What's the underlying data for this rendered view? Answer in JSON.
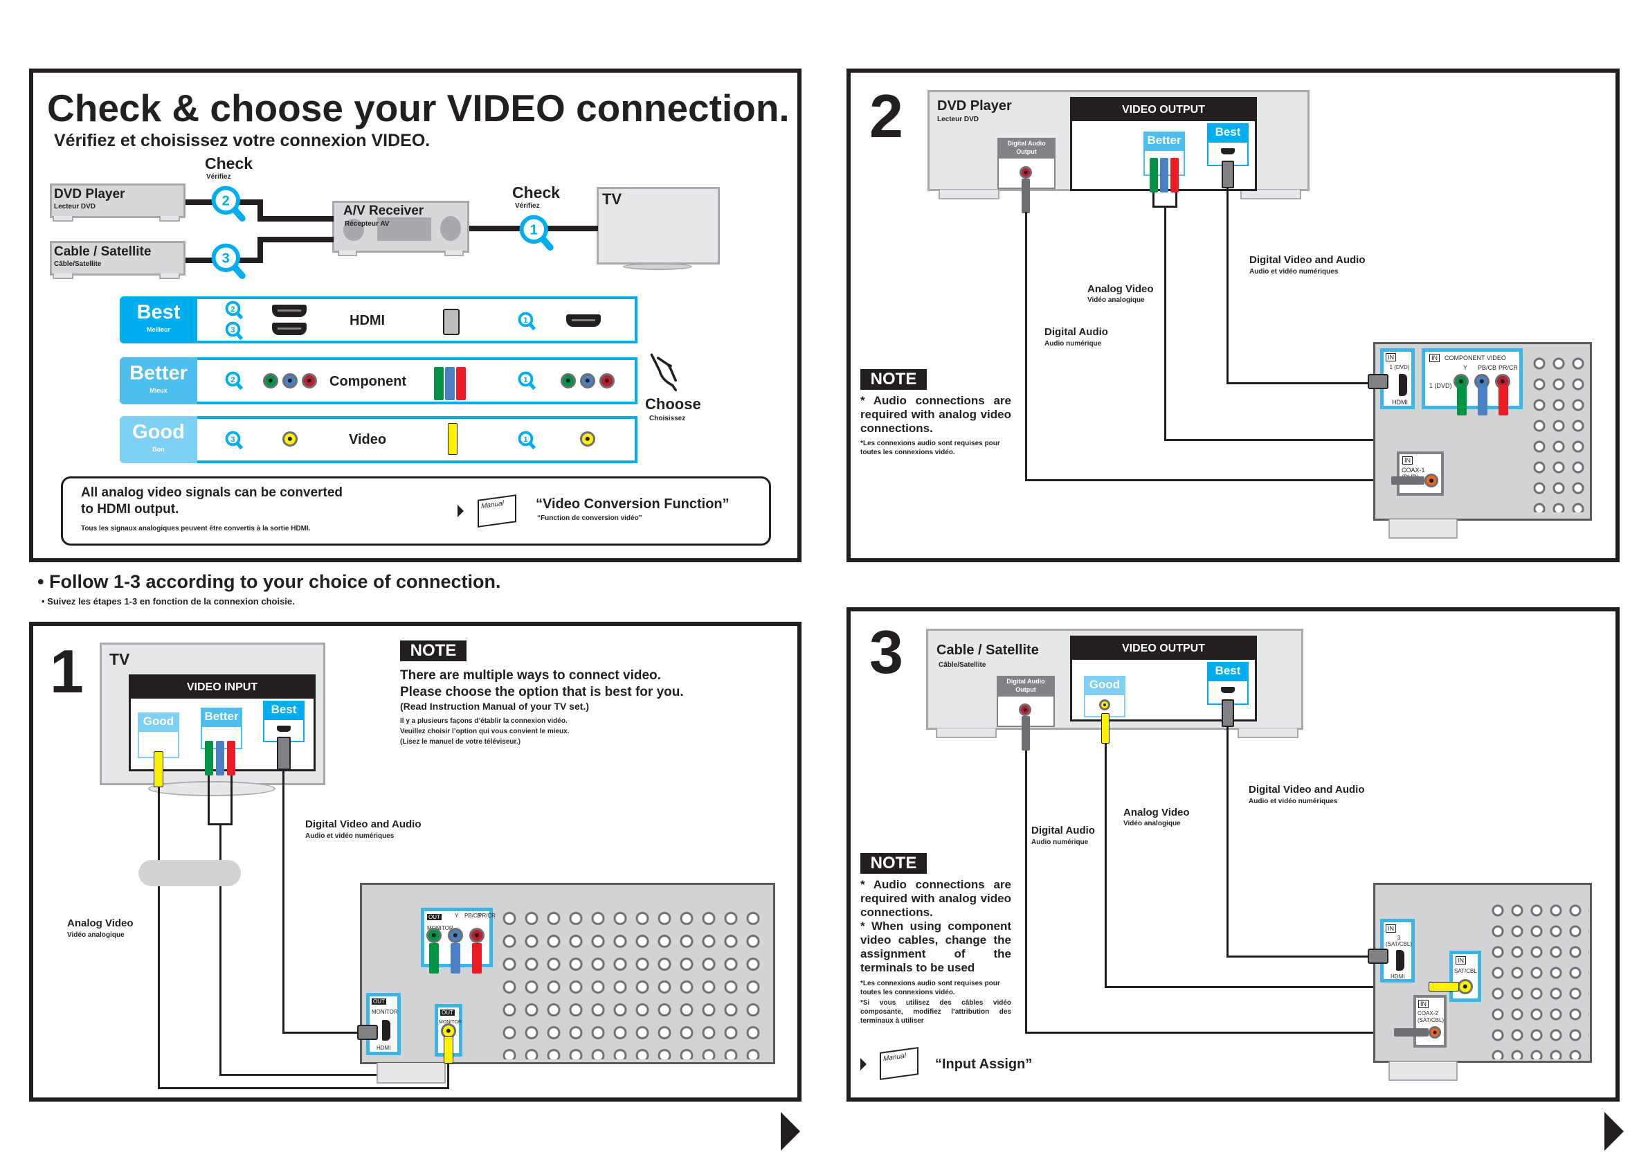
{
  "header": {
    "title": "Check & choose your VIDEO connection.",
    "subtitle": "Vérifiez et choisissez votre connexion VIDEO."
  },
  "overview": {
    "check_top": {
      "label": "Check",
      "sub": "Vérifiez"
    },
    "check_right": {
      "label": "Check",
      "sub": "Vérifiez"
    },
    "dvd": {
      "label": "DVD Player",
      "sub": "Lecteur DVD"
    },
    "cable": {
      "label": "Cable / Satellite",
      "sub": "Câble/Satellite"
    },
    "receiver": {
      "label": "A/V Receiver",
      "sub": "Récepteur AV"
    },
    "tv": {
      "label": "TV"
    },
    "badges": [
      "1",
      "2",
      "3"
    ]
  },
  "tiers": [
    {
      "rank": "Best",
      "rank_fr": "Meilleur",
      "name": "HDMI",
      "source_steps": [
        "2",
        "3"
      ],
      "tv_step": "1",
      "color": "#00aeef"
    },
    {
      "rank": "Better",
      "rank_fr": "Mieux",
      "name": "Component",
      "source_steps": [
        "2"
      ],
      "tv_step": "1",
      "color": "#4dbeee"
    },
    {
      "rank": "Good",
      "rank_fr": "Bon",
      "name": "Video",
      "source_steps": [
        "3"
      ],
      "tv_step": "1",
      "color": "#7fd0f5"
    }
  ],
  "choose": {
    "label": "Choose",
    "sub": "Choisissez"
  },
  "conversion": {
    "line1": "All analog video signals can be converted",
    "line2": "to HDMI output.",
    "fr": "Tous les signaux analogiques peuvent être convertis à la sortie HDMI.",
    "manual_label": "Manual",
    "ref": "“Video Conversion Function”",
    "ref_fr": "“Function de conversion vidéo”"
  },
  "follow": {
    "text": "• Follow 1-3 according to your choice of connection.",
    "fr": "• Suivez les étapes 1-3 en fonction de la connexion choisie."
  },
  "step1": {
    "number": "1",
    "device": "TV",
    "panel_title": "VIDEO INPUT",
    "tags": [
      "Good",
      "Better",
      "Best"
    ],
    "note_badge": "NOTE",
    "note_lines": [
      "There are multiple ways to connect video.",
      "Please choose the option that is best for you.",
      "(Read Instruction Manual of your TV set.)"
    ],
    "note_fr": [
      "Il y a plusieurs façons d’établir la connexion vidéo.",
      "Veuillez choisir l’option qui vous convient le mieux.",
      "(Lisez le manuel de votre téléviseur.)"
    ],
    "digital_label": "Digital Video and Audio",
    "digital_fr": "Audio et vidéo numériques",
    "analog_label": "Analog Video",
    "analog_fr": "Vidéo analogique",
    "receiver": {
      "component_out": "OUT",
      "component_monitor": "MONITOR",
      "component_cols": [
        "Y",
        "PB/CB",
        "PR/CR"
      ],
      "hdmi_out": "OUT",
      "hdmi_monitor": "MONITOR",
      "hdmi_label": "HDMI",
      "video_out": "OUT",
      "video_monitor": "MONITOR"
    }
  },
  "step2": {
    "number": "2",
    "device": "DVD Player",
    "device_fr": "Lecteur DVD",
    "panel_title": "VIDEO OUTPUT",
    "digital_audio_tag": "Digital Audio Output",
    "tags": [
      "Better",
      "Best"
    ],
    "digital_label": "Digital Video and Audio",
    "digital_fr": "Audio et vidéo numériques",
    "analog_label": "Analog Video",
    "analog_fr": "Vidéo analogique",
    "audio_label": "Digital Audio",
    "audio_fr": "Audio numérique",
    "note_badge": "NOTE",
    "note": "* Audio connections are required with analog video connections.",
    "note_fr": "*Les connexions audio sont requises pour toutes les connexions vidéo.",
    "receiver": {
      "hdmi_in": "IN",
      "hdmi_input": "1 (DVD)",
      "hdmi_label": "HDMI",
      "component_in": "IN",
      "component_title": "COMPONENT VIDEO",
      "component_cols": [
        "Y",
        "PB/CB",
        "PR/CR"
      ],
      "component_row": "1 (DVD)",
      "coax_in": "IN",
      "coax_label": "COAX-1 (DVD)"
    }
  },
  "step3": {
    "number": "3",
    "device": "Cable / Satellite",
    "device_fr": "Câble/Satellite",
    "panel_title": "VIDEO OUTPUT",
    "digital_audio_tag": "Digital Audio Output",
    "tags": [
      "Good",
      "Best"
    ],
    "digital_label": "Digital Video and Audio",
    "digital_fr": "Audio et vidéo numériques",
    "analog_label": "Analog Video",
    "analog_fr": "Vidéo analogique",
    "audio_label": "Digital Audio",
    "audio_fr": "Audio numérique",
    "note_badge": "NOTE",
    "notes": [
      "* Audio connections are required with analog video connections.",
      "* When using component video cables, change the assignment of the terminals to be used"
    ],
    "notes_fr": [
      "*Les connexions audio sont requises pour toutes les connexions vidéo.",
      "*Si vous utilisez des câbles vidéo composante, modifiez l’attribution des terminaux à utiliser"
    ],
    "manual_label": "Manual",
    "ref": "“Input Assign”",
    "receiver": {
      "hdmi_in": "IN",
      "hdmi_input": "3 (SAT/CBL)",
      "hdmi_label": "HDMI",
      "video_in": "IN",
      "video_label": "SAT/CBL",
      "coax_in": "IN",
      "coax_label": "COAX-2 (SAT/CBL)"
    }
  },
  "colors": {
    "accent": "#00aeef",
    "dark": "#231f20",
    "device_gray": "#d7d8d9",
    "green": "#009444",
    "blue": "#4a7fc1",
    "red": "#ed1c24",
    "yellow": "#fff200"
  }
}
